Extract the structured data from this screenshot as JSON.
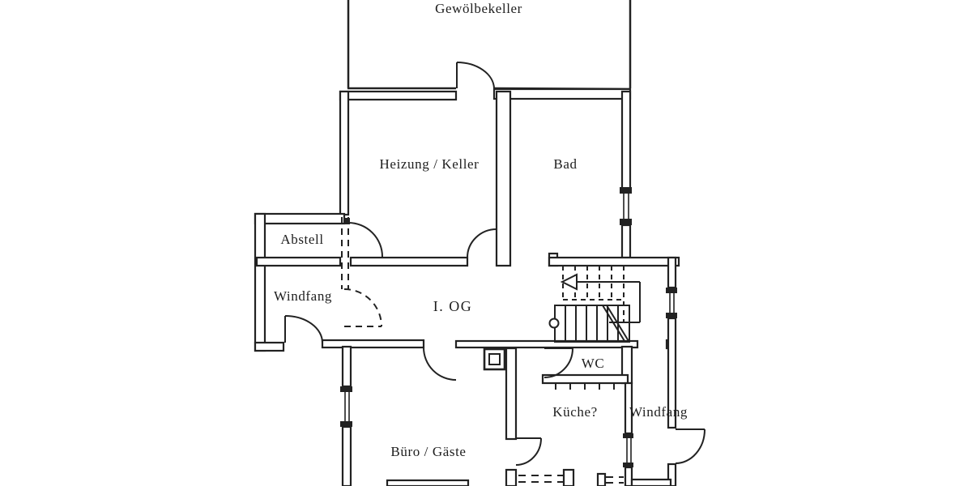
{
  "plan": {
    "floor_label": "I. OG",
    "rooms": [
      {
        "id": "gewoelbekeller",
        "label": "Gewölbekeller"
      },
      {
        "id": "heizung-keller",
        "label": "Heizung / Keller"
      },
      {
        "id": "bad",
        "label": "Bad"
      },
      {
        "id": "abstell",
        "label": "Abstell"
      },
      {
        "id": "windfang-links",
        "label": "Windfang"
      },
      {
        "id": "wc",
        "label": "WC"
      },
      {
        "id": "kueche",
        "label": "Küche?"
      },
      {
        "id": "windfang-rechts",
        "label": "Windfang"
      },
      {
        "id": "buero-gaeste",
        "label": "Büro / Gäste"
      }
    ],
    "colors": {
      "line": "#222222",
      "background": "#ffffff"
    }
  }
}
